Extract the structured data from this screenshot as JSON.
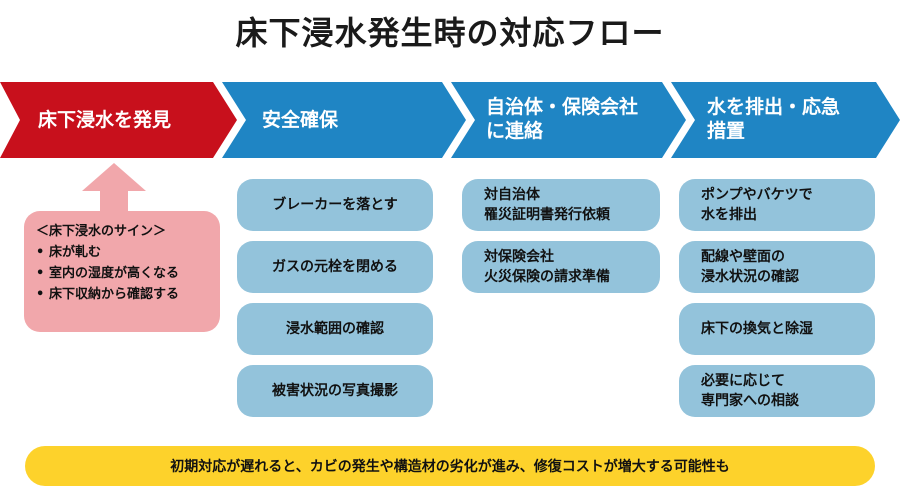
{
  "title": "床下浸水発生時の対応フロー",
  "colors": {
    "step1": "#c8101c",
    "step_blue": "#1f85c4",
    "pill_blue": "#93c3db",
    "sign_box": "#f1a7ab",
    "bottom_bar": "#fdd22b"
  },
  "steps": [
    {
      "line1": "床下浸水を発見",
      "line2": ""
    },
    {
      "line1": "安全確保",
      "line2": ""
    },
    {
      "line1": "自治体・保険会社",
      "line2": "に連絡"
    },
    {
      "line1": "水を排出・応急",
      "line2": "措置"
    }
  ],
  "signs": {
    "heading": "＜床下浸水のサイン＞",
    "items": [
      "床が軋む",
      "室内の湿度が高くなる",
      "床下収納から確認する"
    ]
  },
  "safety": [
    "ブレーカーを落とす",
    "ガスの元栓を閉める",
    "浸水範囲の確認",
    "被害状況の写真撮影"
  ],
  "contact": [
    {
      "line1": "対自治体",
      "line2": "罹災証明書発行依頼"
    },
    {
      "line1": "対保険会社",
      "line2": "火災保険の請求準備"
    }
  ],
  "measures": [
    {
      "line1": "ポンプやバケツで",
      "line2": "水を排出"
    },
    {
      "line1": "配線や壁面の",
      "line2": "浸水状況の確認"
    },
    {
      "line1": "床下の換気と除湿",
      "line2": ""
    },
    {
      "line1": "必要に応じて",
      "line2": "専門家への相談"
    }
  ],
  "footer": "初期対応が遅れると、カビの発生や構造材の劣化が進み、修復コストが増大する可能性も"
}
